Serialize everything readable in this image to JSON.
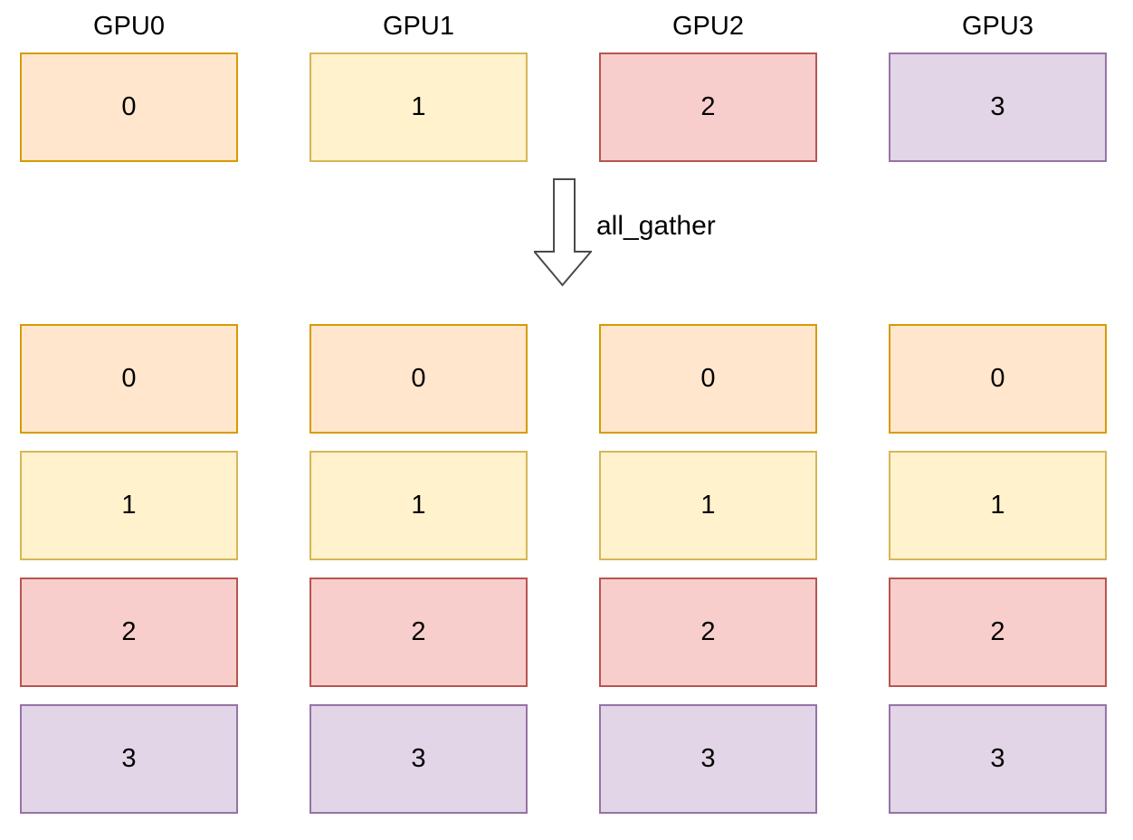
{
  "diagram": {
    "operation_label": "all_gather"
  },
  "palette": [
    {
      "name": "orange",
      "fill": "#ffe6cc",
      "stroke": "#d79b00"
    },
    {
      "name": "yellow",
      "fill": "#fff2cc",
      "stroke": "#d6b656"
    },
    {
      "name": "red",
      "fill": "#f8cecc",
      "stroke": "#b85450"
    },
    {
      "name": "purple",
      "fill": "#e1d5e7",
      "stroke": "#9673a6"
    }
  ],
  "gpus": [
    {
      "name": "GPU0"
    },
    {
      "name": "GPU1"
    },
    {
      "name": "GPU2"
    },
    {
      "name": "GPU3"
    }
  ],
  "before": {
    "shards": [
      {
        "gpu": "GPU0",
        "value": "0",
        "color": 0
      },
      {
        "gpu": "GPU1",
        "value": "1",
        "color": 1
      },
      {
        "gpu": "GPU2",
        "value": "2",
        "color": 2
      },
      {
        "gpu": "GPU3",
        "value": "3",
        "color": 3
      }
    ]
  },
  "after": {
    "columns": [
      {
        "gpu": "GPU0",
        "shards": [
          {
            "value": "0",
            "color": 0
          },
          {
            "value": "1",
            "color": 1
          },
          {
            "value": "2",
            "color": 2
          },
          {
            "value": "3",
            "color": 3
          }
        ]
      },
      {
        "gpu": "GPU1",
        "shards": [
          {
            "value": "0",
            "color": 0
          },
          {
            "value": "1",
            "color": 1
          },
          {
            "value": "2",
            "color": 2
          },
          {
            "value": "3",
            "color": 3
          }
        ]
      },
      {
        "gpu": "GPU2",
        "shards": [
          {
            "value": "0",
            "color": 0
          },
          {
            "value": "1",
            "color": 1
          },
          {
            "value": "2",
            "color": 2
          },
          {
            "value": "3",
            "color": 3
          }
        ]
      },
      {
        "gpu": "GPU3",
        "shards": [
          {
            "value": "0",
            "color": 0
          },
          {
            "value": "1",
            "color": 1
          },
          {
            "value": "2",
            "color": 2
          },
          {
            "value": "3",
            "color": 3
          }
        ]
      }
    ]
  }
}
